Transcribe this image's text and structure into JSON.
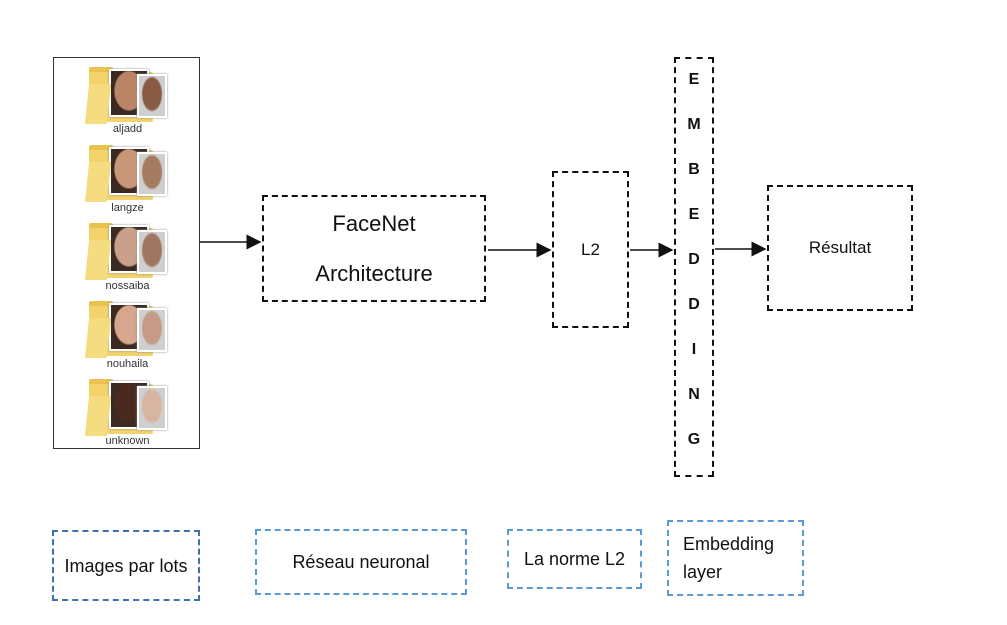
{
  "folders": [
    {
      "label": "aljadd",
      "skin1": "#b98566",
      "skin2": "#8a5b44"
    },
    {
      "label": "langze",
      "skin1": "#c99777",
      "skin2": "#a47a61"
    },
    {
      "label": "nossaiba",
      "skin1": "#caa08a",
      "skin2": "#9f7660"
    },
    {
      "label": "nouhaila",
      "skin1": "#d7a68d",
      "skin2": "#c59a86"
    },
    {
      "label": "unknown",
      "skin1": "#4a2a1f",
      "skin2": "#d8b5a0"
    }
  ],
  "boxes": {
    "facenet_line1": "FaceNet",
    "facenet_line2": "Architecture",
    "l2": "L2",
    "embedding_letters": [
      "E",
      "M",
      "B",
      "E",
      "D",
      "D",
      "I",
      "N",
      "G"
    ],
    "result": "Résultat"
  },
  "legend": {
    "images": "Images par lots",
    "reseau": "Réseau neuronal",
    "norme": "La norme L2",
    "embedding": "Embedding layer"
  },
  "colors": {
    "box_border": "#111111",
    "legend_blue": "#3d6fb3",
    "legend_lightblue": "#5b9bd5",
    "folder": "#f3d36b"
  }
}
